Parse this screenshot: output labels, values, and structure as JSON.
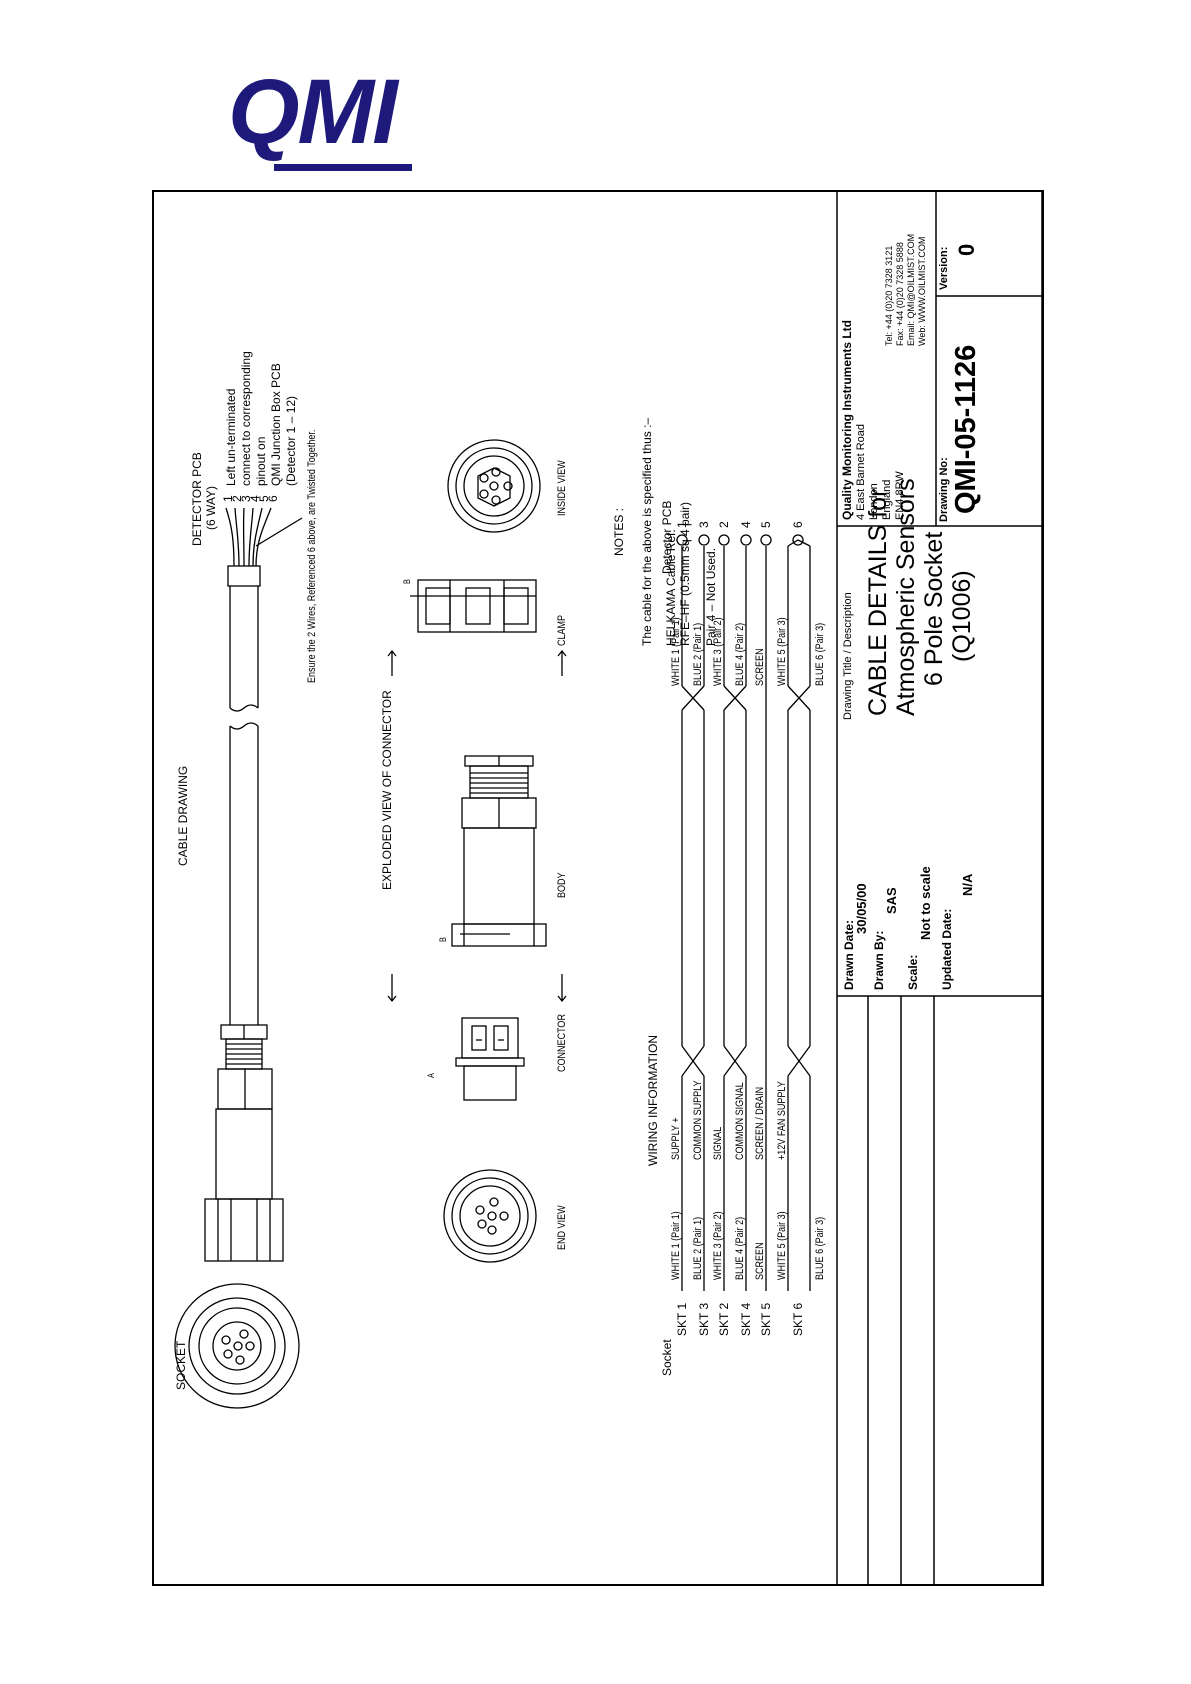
{
  "logo": {
    "text": "QMI",
    "color": "#1d1a7c"
  },
  "drawing": {
    "cable_drawing": "CABLE DRAWING",
    "socket": "SOCKET",
    "detector_pcb": "DETECTOR PCB",
    "detector_pcb_way": "(6 WAY)",
    "wire_numbers": [
      "1",
      "2",
      "3",
      "4",
      "5",
      "6"
    ],
    "left_note": [
      "Left un-terminated",
      "connect to corresponding",
      "pinout on",
      "QMI Junction Box PCB",
      "(Detector 1 – 12)"
    ],
    "twist_note": "Ensure the 2 Wires, Referenced 6 above, are Twisted Together.",
    "exploded_view": "EXPLODED VIEW OF CONNECTOR",
    "end_view": "END VIEW",
    "connector": "CONNECTOR",
    "body": "BODY",
    "clamp": "CLAMP",
    "inside_view": "INSIDE VIEW",
    "b_mark": "B",
    "a_mark": "A",
    "notes_title": "NOTES :",
    "notes": [
      "The cable for the above is specified thus :–",
      "HELKAMA Cable Ref.",
      "RFE–HF (0.5mm sq 4 pair)",
      "Pair 4 – Not Used."
    ],
    "wiring_info": "WIRING INFORMATION",
    "socket_header": "Socket",
    "pcb_header": "Detector PCB",
    "wiring_rows": [
      {
        "skt": "SKT 1",
        "left_wire": "WHITE 1 (Pair 1)",
        "function": "SUPPLY +",
        "right_wire": "WHITE 1 (Pair 1)",
        "pcb": "1"
      },
      {
        "skt": "SKT 3",
        "left_wire": "BLUE 2 (Pair 1)",
        "function": "COMMON SUPPLY",
        "right_wire": "BLUE 2 (Pair 1)",
        "pcb": "3"
      },
      {
        "skt": "SKT 2",
        "left_wire": "WHITE 3 (Pair 2)",
        "function": "SIGNAL",
        "right_wire": "WHITE 3 (Pair 2)",
        "pcb": "2"
      },
      {
        "skt": "SKT 4",
        "left_wire": "BLUE 4 (Pair 2)",
        "function": "COMMON SIGNAL",
        "right_wire": "BLUE 4 (Pair 2)",
        "pcb": "4"
      },
      {
        "skt": "SKT 5",
        "left_wire": "SCREEN",
        "function": "SCREEN / DRAIN",
        "right_wire": "SCREEN",
        "pcb": "5"
      },
      {
        "skt": "SKT 6",
        "left_wire": "WHITE 5 (Pair 3)",
        "function": "+12V FAN SUPPLY",
        "right_wire": "WHITE 5 (Pair 3)",
        "pcb": "6"
      },
      {
        "skt": "",
        "left_wire": "BLUE 6 (Pair 3)",
        "function": "",
        "right_wire": "BLUE 6 (Pair 3)",
        "pcb": ""
      }
    ]
  },
  "title_block": {
    "drawn_date_label": "Drawn Date:",
    "drawn_date": "30/05/00",
    "drawn_by_label": "Drawn By:",
    "drawn_by": "SAS",
    "scale_label": "Scale:",
    "scale": "Not to scale",
    "updated_date_label": "Updated Date:",
    "updated_date": "N/A",
    "title_label": "Drawing Title / Description",
    "title_lines": [
      "CABLE DETAILS for",
      "Atmospheric Sensors",
      "6 Pole Socket",
      "(Q1006)"
    ],
    "company": "Quality Monitoring Instruments Ltd",
    "address": [
      "4 East Barnet Road",
      "London",
      "England",
      "EN4 8RW"
    ],
    "contact": [
      "Tel: +44 (0)20 7328 3121",
      "Fax: +44 (0)20 7328 5888",
      "Email: QMI@OILMIST.COM",
      "Web: WWW.OILMIST.COM"
    ],
    "drawing_no_label": "Drawing No:",
    "drawing_no": "QMI-05-1126",
    "version_label": "Version:",
    "version": "0"
  }
}
